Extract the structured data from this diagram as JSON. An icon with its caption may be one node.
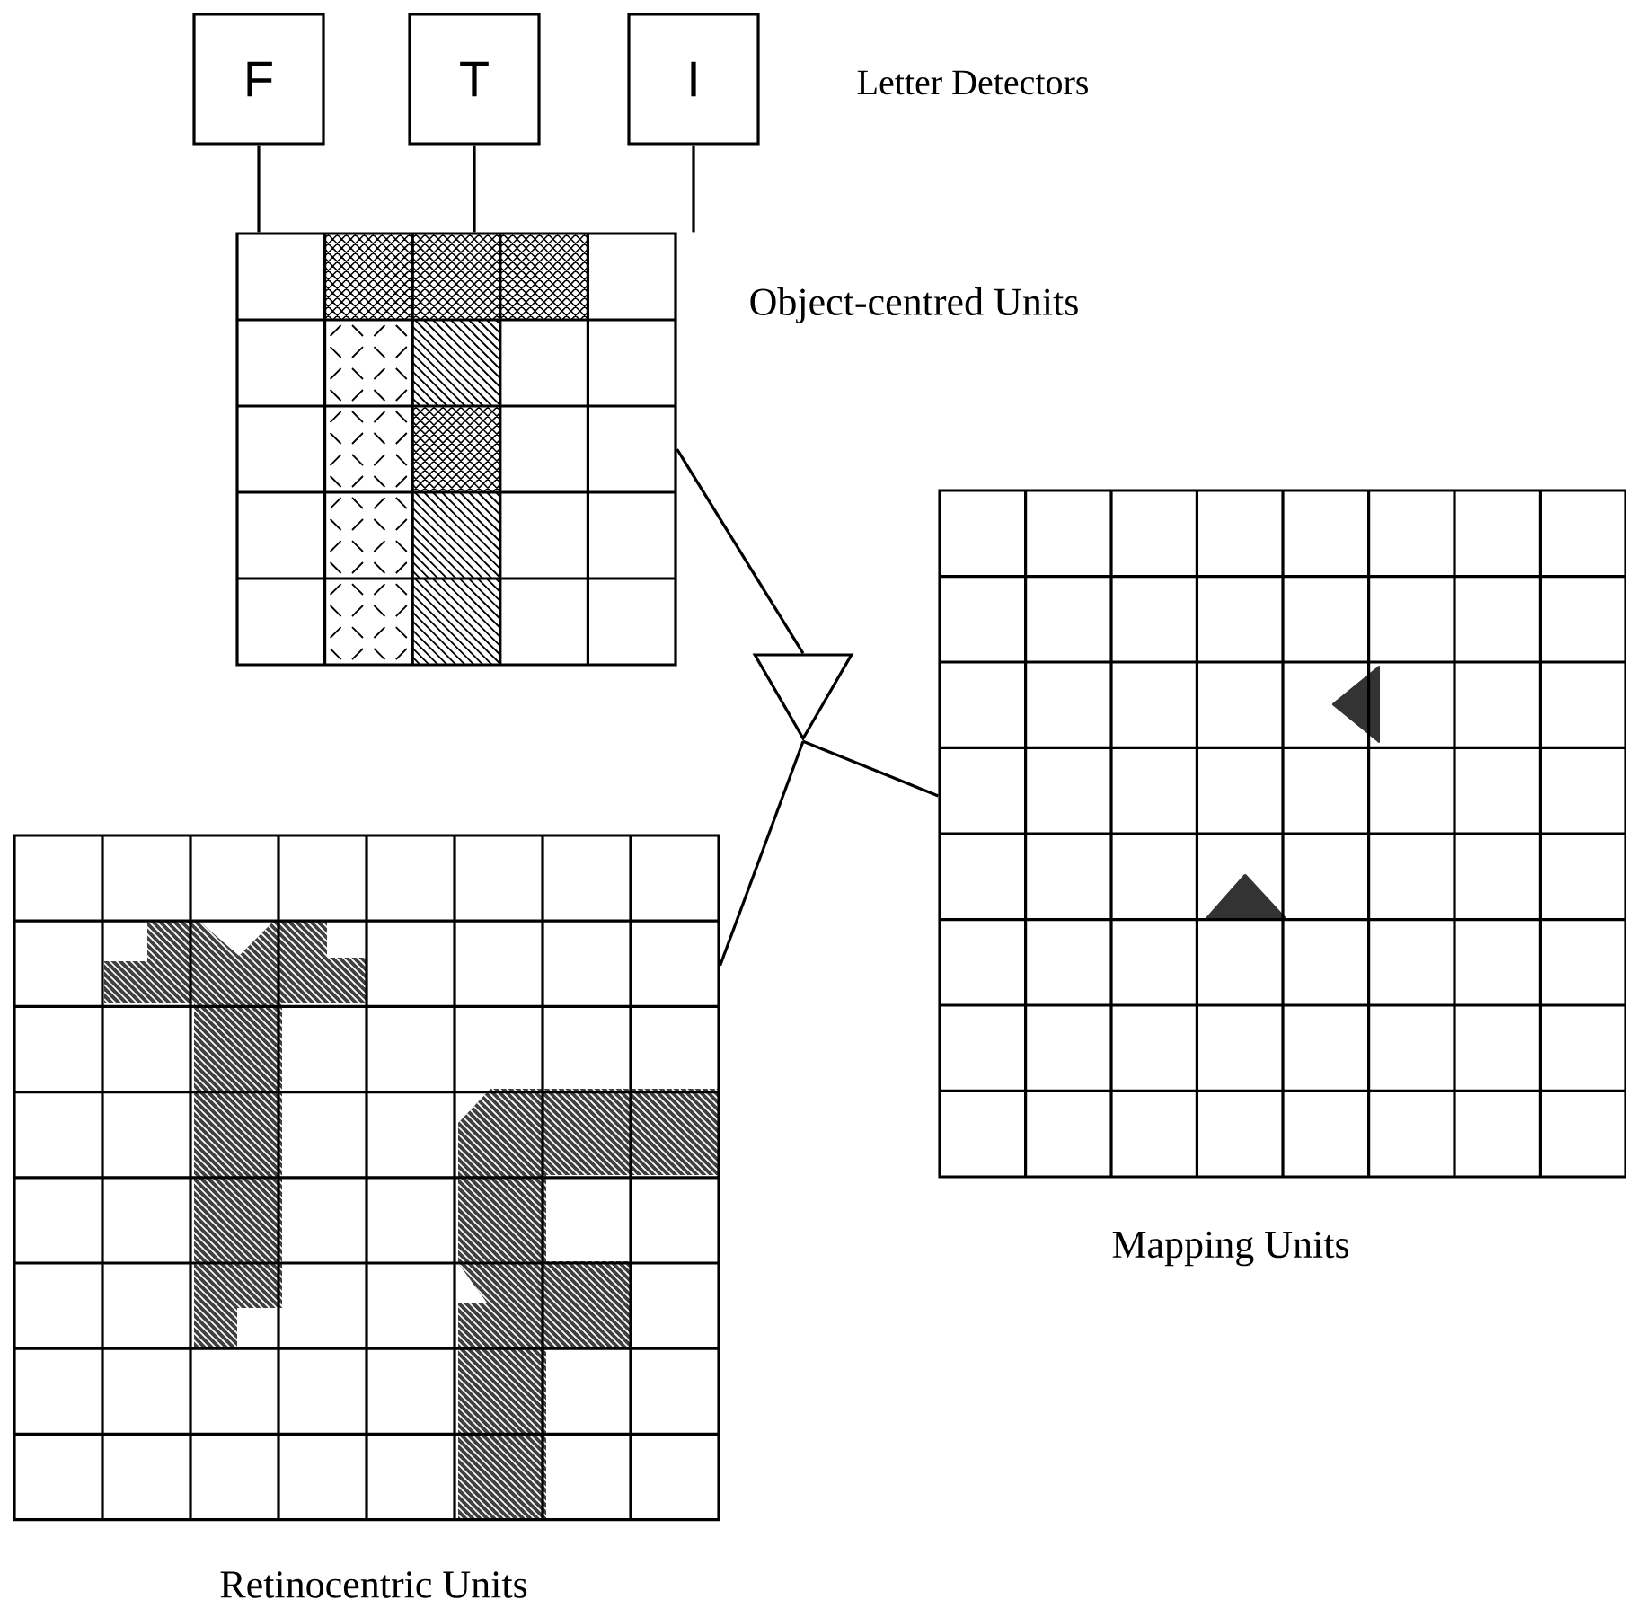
{
  "diagram": {
    "nodes": [
      {
        "text": [
          "F"
        ]
      },
      {
        "text": [
          "T"
        ]
      },
      {
        "text": [
          "I"
        ]
      },
      {
        "text": [],
        "shape": "grid",
        "beside": [
          "Object-centred Units"
        ]
      },
      {
        "text": [],
        "shape": "triangle"
      },
      {
        "text": [],
        "shape": "grid",
        "beside": [
          "Mapping Units"
        ]
      },
      {
        "text": [],
        "shape": "grid",
        "beside": [
          "Retinocentric Units"
        ]
      }
    ],
    "edges": [
      {
        "from": 0,
        "to": 3,
        "arrow": "none"
      },
      {
        "from": 1,
        "to": 3,
        "arrow": "none"
      },
      {
        "from": 2,
        "to": 3,
        "arrow": "none"
      },
      {
        "from": 3,
        "to": 4,
        "arrow": "none"
      },
      {
        "from": 4,
        "to": 5,
        "arrow": "none"
      },
      {
        "from": 4,
        "to": 6,
        "arrow": "none"
      }
    ],
    "labels": [
      "Letter Detectors"
    ]
  }
}
